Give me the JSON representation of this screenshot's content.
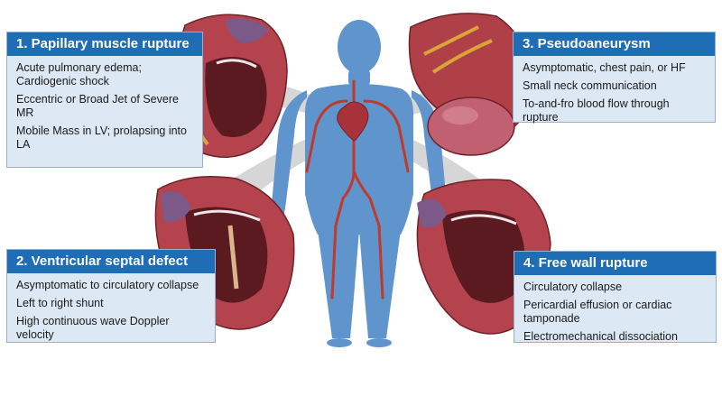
{
  "boxes": {
    "papillary": {
      "title": "1. Papillary muscle rupture",
      "items": [
        "Acute pulmonary edema; Cardiogenic shock",
        "Eccentric or Broad Jet of Severe MR",
        "Mobile Mass in LV; prolapsing into LA"
      ]
    },
    "septal": {
      "title": "2. Ventricular septal defect",
      "items": [
        "Asymptomatic to circulatory collapse",
        "Left to right shunt",
        "High continuous wave Doppler velocity"
      ]
    },
    "pseudo": {
      "title": "3. Pseudoaneurysm",
      "items": [
        "Asymptomatic, chest pain, or HF",
        "Small neck communication",
        "To-and-fro blood flow through rupture"
      ]
    },
    "freewall": {
      "title": "4. Free wall rupture",
      "items": [
        "Circulatory collapse",
        "Pericardial effusion or cardiac tamponade",
        "Electromechanical dissociation"
      ]
    }
  },
  "colors": {
    "header_blue": "#1f6db5",
    "box_fill": "#dce8f4",
    "body_blue": "#5f95cc",
    "heart_red": "#a8323a",
    "connector_gray": "#c8c8c8"
  },
  "icons": [
    "human-body-silhouette-icon",
    "heart-illustration-icon"
  ]
}
